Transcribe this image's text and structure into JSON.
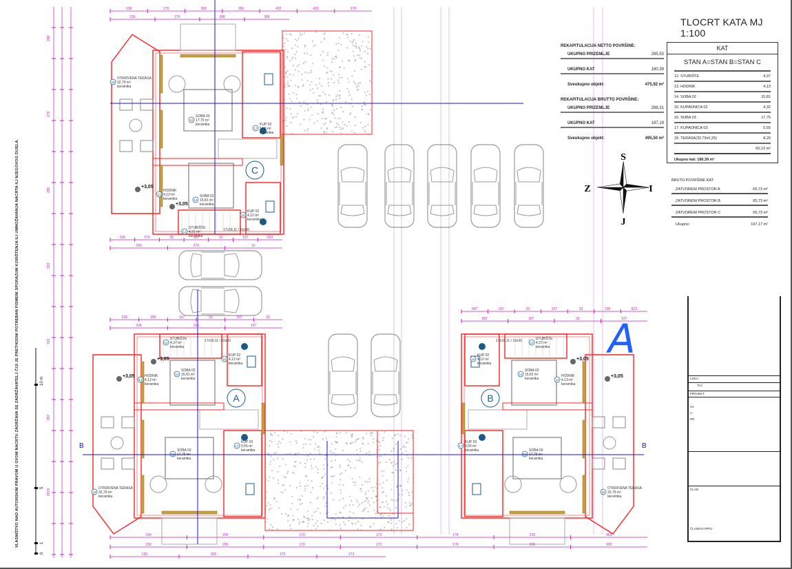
{
  "title": "TLOCRT KATA MJ 1:100",
  "netto": {
    "heading": "REKAPITULACIJA NETTO POVRŠINE:",
    "rows": [
      {
        "label": "UKUPNO PRIZEMLJE",
        "value": "295,53"
      },
      {
        "label": "UKUPNO KAT",
        "value": "180,39"
      }
    ],
    "total_label": "Sveukupno objekt:",
    "total_value": "475,92 m²"
  },
  "brutto": {
    "heading": "REKAPITULACIJA BRUTTO POVRŠINE:",
    "rows": [
      {
        "label": "UKUPNO PRIZEMLJE",
        "value": "298,31"
      },
      {
        "label": "UKUPNO KAT",
        "value": "197,19"
      }
    ],
    "total_label": "Sveukupno objekt:",
    "total_value": "495,50 m²"
  },
  "kat_table": {
    "header": "KAT",
    "subheader": "STAN A=STAN B=STAN C",
    "rows": [
      {
        "label": "12. STUBIŠTE",
        "value": "4,37"
      },
      {
        "label": "13. HODNIK",
        "value": "4,13"
      },
      {
        "label": "14. SOBA 02",
        "value": "15,81"
      },
      {
        "label": "15. KUPAONICA 02",
        "value": "4,32"
      },
      {
        "label": "16. SOBA 03",
        "value": "17,75"
      },
      {
        "label": "17. KUPAONICA 03",
        "value": "5,55"
      },
      {
        "label": "18. TERASA(32,79x0,25)",
        "value": "8,20"
      }
    ],
    "sum": "60,13 m²",
    "total": "Ukupno kat: 180,39 m²"
  },
  "bruto_kat": {
    "heading": "BRUTO POVRŠINE KAT:",
    "rows": [
      {
        "label": "ZATVORENI PROSTOR  A",
        "value": "65,73 m²"
      },
      {
        "label": "ZATVORENI PROSTOR  B",
        "value": "65,73 m²"
      },
      {
        "label": "ZATVORENI PROSTOR  C",
        "value": "65,73 m²"
      }
    ],
    "total_label": "Ukupno:",
    "total_value": "197,17 m²"
  },
  "compass": {
    "n": "S",
    "s": "J",
    "w": "Z",
    "e": "I"
  },
  "units": [
    {
      "letter": "A",
      "rooms": [
        {
          "name": "STUBIŠTE",
          "area": "4,37 m²",
          "mat": "keramika",
          "num": "12",
          "extra": "17x18,11 / 16x30"
        },
        {
          "name": "HODNIK",
          "area": "4,13 m²",
          "mat": "keramika",
          "num": "13"
        },
        {
          "name": "SOBA 02",
          "area": "15,81 m²",
          "mat": "keramika",
          "num": "14"
        },
        {
          "name": "KUP 02",
          "area": "4,12 m²",
          "mat": "keramika",
          "num": "15"
        },
        {
          "name": "SOBA 03",
          "area": "17,75 m²",
          "mat": "keramika",
          "num": "16"
        },
        {
          "name": "KUP 03",
          "area": "5,55 m²",
          "mat": "keramika",
          "num": "17"
        },
        {
          "name": "OTKRIVENA TERASA",
          "area": "32,79 m²",
          "mat": "keramika",
          "num": "18"
        }
      ],
      "levels": [
        "+3,05",
        "+3,05"
      ]
    },
    {
      "letter": "B",
      "rooms": [
        {
          "name": "STUBIŠTE",
          "area": "4,37 m²",
          "mat": "keramika",
          "num": "12",
          "extra": "17x18,11 / 16x30"
        },
        {
          "name": "HODNIK",
          "area": "4,13 m²",
          "mat": "keramika",
          "num": "13"
        },
        {
          "name": "SOBA 02",
          "area": "15,81 m²",
          "mat": "keramika",
          "num": "14"
        },
        {
          "name": "KUP 02",
          "area": "4,12 m²",
          "mat": "keramika",
          "num": "15"
        },
        {
          "name": "SOBA 03",
          "area": "17,75 m²",
          "mat": "keramika",
          "num": "16"
        },
        {
          "name": "KUP 03",
          "area": "5,55 m²",
          "mat": "keramika",
          "num": "17"
        },
        {
          "name": "OTKRIVENA TERASA",
          "area": "32,79 m²",
          "mat": "keramika",
          "num": "18"
        }
      ],
      "levels": [
        "+3,05",
        "+3,05"
      ]
    },
    {
      "letter": "C",
      "rooms": [
        {
          "name": "STUBIŠTE",
          "area": "4,91 m²",
          "mat": "keramika",
          "num": "12",
          "extra": "17x18,11 / 16x30"
        },
        {
          "name": "HODNIK",
          "area": "4,13 m²",
          "mat": "keramika",
          "num": "13"
        },
        {
          "name": "SOBA 02",
          "area": "15,81 m²",
          "mat": "keramika",
          "num": "14"
        },
        {
          "name": "KUP 02",
          "area": "4,12 m²",
          "mat": "keramika",
          "num": "15"
        },
        {
          "name": "SOBA 03",
          "area": "17,75 m²",
          "mat": "keramika",
          "num": "16"
        },
        {
          "name": "KUP 03",
          "area": "5,55 m²",
          "mat": "keramika",
          "num": "17"
        },
        {
          "name": "OTKRIVENA TERASA",
          "area": "32,79 m²",
          "mat": "keramika",
          "num": "18"
        }
      ],
      "levels": [
        "+3,05",
        "+3,05"
      ]
    }
  ],
  "section_marks": [
    "B",
    "B"
  ],
  "handwritten_mark": "A",
  "scale_bar": {
    "labels": [
      "0",
      "1",
      "5",
      "10 m"
    ]
  },
  "copyright": "VLASNIŠTVO NAD AUTORSKIM PRAVOM U OVOM NACRTU ZADRŽAVA SE ZADRŽAVATELJ ČIJI JE PRETHODNI POTREBAN PISMENI SPORAZUM KORIŠTENJA ILI UMNOŽAVANJA NACRTA ILI NJEGOVOG DIJELA.",
  "dimensions": {
    "top": [
      "236",
      "276",
      "308",
      "356",
      "432",
      "415",
      "378"
    ],
    "mid": [
      "236",
      "276",
      "31",
      "307",
      "33",
      "167",
      "923"
    ],
    "unit_a_top": [
      "236",
      "205",
      "167",
      "33",
      "107",
      "33"
    ],
    "unit_b_top": [
      "687",
      "167",
      "33",
      "107",
      "33",
      "236",
      "923"
    ],
    "bottom": [
      "236",
      "205",
      "170",
      "173",
      "178",
      "236",
      "903"
    ],
    "left": [
      "268",
      "276",
      "280",
      "203",
      "313",
      "957",
      "2919"
    ]
  },
  "title_block": {
    "labels": [
      "LOKA",
      "TAJ",
      "PROJEKT",
      "SA",
      "A",
      "PR",
      "ČLAN",
      "ČLANOVI IPRIJ"
    ]
  },
  "colors": {
    "wall": "#ff2020",
    "dim": "#c020c0",
    "axis": "#1010e0",
    "wood": "#c8a040",
    "fixture": "#1a5a8a",
    "gravel": "#888888"
  }
}
